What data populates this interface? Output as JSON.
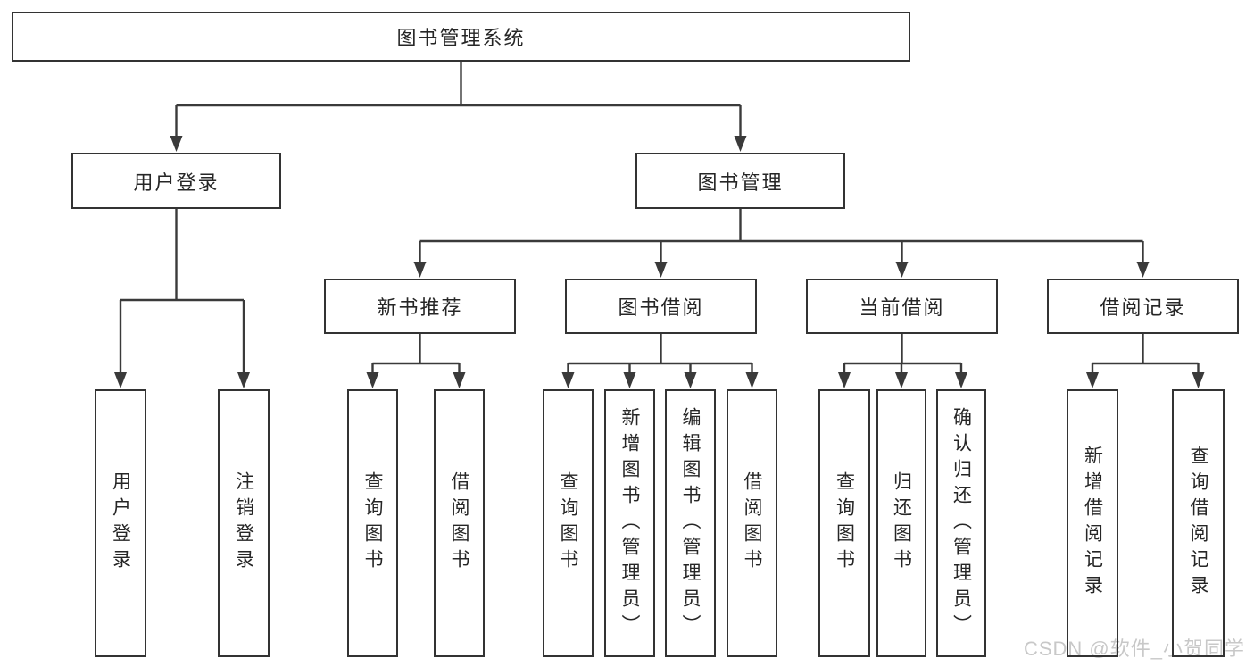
{
  "tree": {
    "root": "图书管理系统",
    "branches": [
      {
        "label": "用户登录",
        "children": [
          "用户登录",
          "注销登录"
        ]
      },
      {
        "label": "图书管理",
        "modules": [
          {
            "label": "新书推荐",
            "children": [
              "查询图书",
              "借阅图书"
            ]
          },
          {
            "label": "图书借阅",
            "children": [
              "查询图书",
              "新增图书（管理员）",
              "编辑图书（管理员）",
              "借阅图书"
            ]
          },
          {
            "label": "当前借阅",
            "children": [
              "查询图书",
              "归还图书",
              "确认归还（管理员）"
            ]
          },
          {
            "label": "借阅记录",
            "children": [
              "新增借阅记录",
              "查询借阅记录"
            ]
          }
        ]
      }
    ]
  },
  "watermark": "CSDN @软件_小贺同学",
  "colors": {
    "line": "#3a3a3a",
    "border": "#333333",
    "text": "#262626",
    "watermark": "#c8c8c8",
    "background": "#ffffff"
  }
}
